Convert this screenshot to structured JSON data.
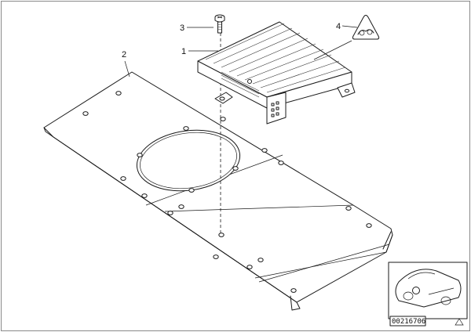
{
  "diagram": {
    "callouts": [
      {
        "label": "1",
        "part": "amplifier-module"
      },
      {
        "label": "2",
        "part": "speaker-mounting-plate"
      },
      {
        "label": "3",
        "part": "mounting-screw"
      },
      {
        "label": "4",
        "part": "warning-label"
      }
    ],
    "document_number": "00216706",
    "colors": {
      "line": "#1a1a1a",
      "frame": "#8a8a8a",
      "background": "#ffffff"
    },
    "icons": [
      "car-locator-icon",
      "nav-triangle-icon"
    ]
  }
}
